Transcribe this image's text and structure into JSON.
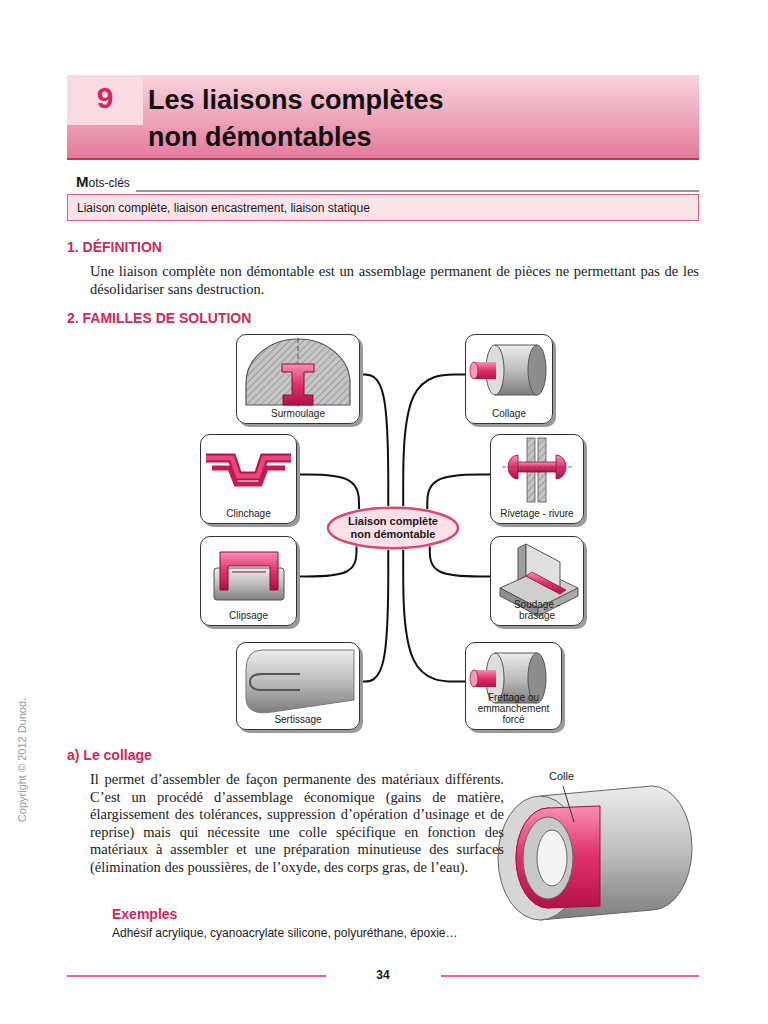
{
  "diagram": {
    "title": "Les liaisons complètes non démontables",
    "nodes": [
      {
        "text": [
          "Mots-clés",
          "Liaison complète, liaison encastrement, liaison statique"
        ]
      },
      {
        "text": [
          "Surmoulage"
        ]
      },
      {
        "text": [
          "Collage"
        ]
      },
      {
        "text": [
          "Clinchage"
        ]
      },
      {
        "text": [
          "Liaison complète non démontable"
        ]
      },
      {
        "text": [
          "Rivetage - rivure"
        ]
      },
      {
        "text": [
          "Clipsage"
        ]
      },
      {
        "text": [
          "Soudage - brasage"
        ]
      },
      {
        "text": [
          "Sertissage"
        ]
      },
      {
        "text": [
          "Frettage ou emmanchement forcé"
        ]
      }
    ],
    "edges": [
      {
        "from": 4,
        "to": 1,
        "arrow": "none"
      },
      {
        "from": 4,
        "to": 2,
        "arrow": "none"
      },
      {
        "from": 4,
        "to": 3,
        "arrow": "none"
      },
      {
        "from": 4,
        "to": 5,
        "arrow": "none"
      },
      {
        "from": 4,
        "to": 6,
        "arrow": "none"
      },
      {
        "from": 4,
        "to": 7,
        "arrow": "none"
      },
      {
        "from": 4,
        "to": 8,
        "arrow": "none"
      },
      {
        "from": 4,
        "to": 9,
        "arrow": "none"
      }
    ],
    "labels": [
      "9",
      "1. DÉFINITION",
      "Une liaison complète non démontable est un assemblage permanent de pièces ne permettant pas de les désolidariser sans destruction.",
      "2. FAMILLES DE SOLUTION",
      "a) Le collage",
      "Il permet d’assembler de façon permanente des matériaux différents. C’est un procédé d’assemblage économique (gains de matière, élargissement des tolérances, suppression d’opération d’usinage et de reprise) mais qui nécessite une colle spécifique en fonction des matériaux à assembler et une préparation minutieuse des surfaces (élimination des poussières, de l’oxyde, des corps gras, de l’eau).",
      "Colle",
      "Exemples",
      "Adhésif acrylique, cyanoacrylate silicone, polyuréthane, époxie…",
      "34",
      "Copyright © 2012 Dunod."
    ]
  }
}
